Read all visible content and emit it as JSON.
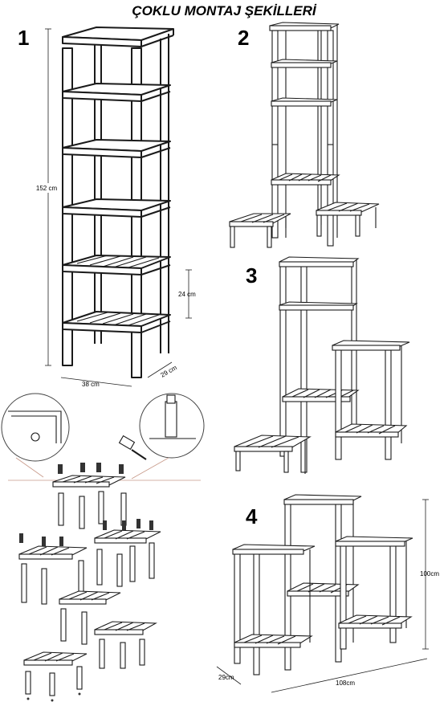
{
  "title": "ÇOKLU MONTAJ ŞEKİLLERİ",
  "configs": [
    {
      "number": "1",
      "height": "152 cm",
      "shelf_gap": "24 cm",
      "width": "38 cm",
      "depth": "29 cm"
    },
    {
      "number": "2"
    },
    {
      "number": "3"
    },
    {
      "number": "4",
      "height": "100cm",
      "width": "108cm",
      "depth": "29cm"
    }
  ]
}
